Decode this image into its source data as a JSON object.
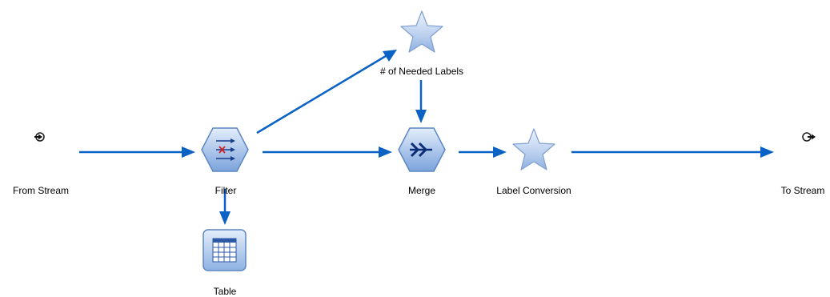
{
  "colors": {
    "connector": "#0a62c4",
    "node_fill_light": "#dde9f8",
    "node_fill_dark": "#7ba3db",
    "node_stroke": "#4f7fc0",
    "star_fill_light": "#e6effb",
    "star_fill_dark": "#8fb0df"
  },
  "nodes": {
    "from_stream": {
      "label": "From Stream",
      "icon": "stream-input-icon"
    },
    "filter": {
      "label": "Filter",
      "icon": "filter-icon"
    },
    "table": {
      "label": "Table",
      "icon": "table-icon"
    },
    "needed_labels": {
      "label": "# of Needed Labels",
      "icon": "star-supernode-icon"
    },
    "merge": {
      "label": "Merge",
      "icon": "merge-icon"
    },
    "label_conversion": {
      "label": "Label Conversion",
      "icon": "star-supernode-icon"
    },
    "to_stream": {
      "label": "To Stream",
      "icon": "stream-output-icon"
    }
  },
  "connections": [
    {
      "from": "From Stream",
      "to": "Filter"
    },
    {
      "from": "Filter",
      "to": "Table"
    },
    {
      "from": "Filter",
      "to": "# of Needed Labels"
    },
    {
      "from": "Filter",
      "to": "Merge"
    },
    {
      "from": "# of Needed Labels",
      "to": "Merge"
    },
    {
      "from": "Merge",
      "to": "Label Conversion"
    },
    {
      "from": "Label Conversion",
      "to": "To Stream"
    }
  ]
}
